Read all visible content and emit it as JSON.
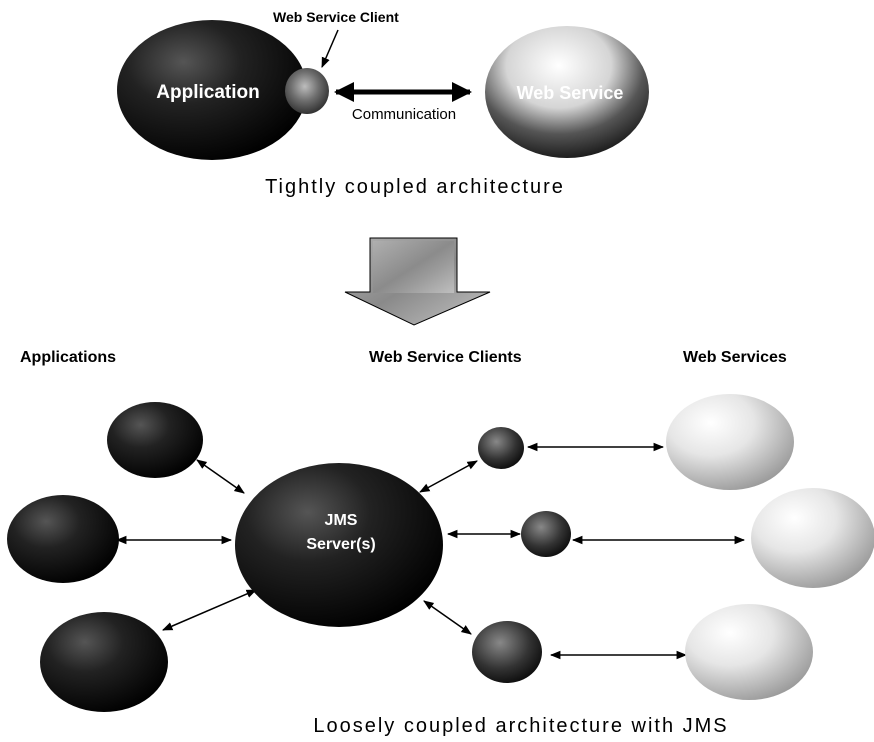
{
  "top_section": {
    "client_label": "Web Service Client",
    "application_label": "Application",
    "communication_label": "Communication",
    "web_service_label": "Web Service",
    "caption": "Tightly coupled architecture"
  },
  "bottom_section": {
    "applications_header": "Applications",
    "clients_header": "Web Service Clients",
    "services_header": "Web Services",
    "jms_label_line1": "JMS",
    "jms_label_line2": "Server(s)",
    "caption": "Loosely coupled architecture with JMS"
  },
  "colors": {
    "dark_sphere": "#1a1a1a",
    "medium_sphere": "#6e6e6e",
    "light_sphere": "#dcdcdc",
    "arrow": "#000000",
    "text_on_dark": "#ffffff",
    "text": "#000000"
  }
}
